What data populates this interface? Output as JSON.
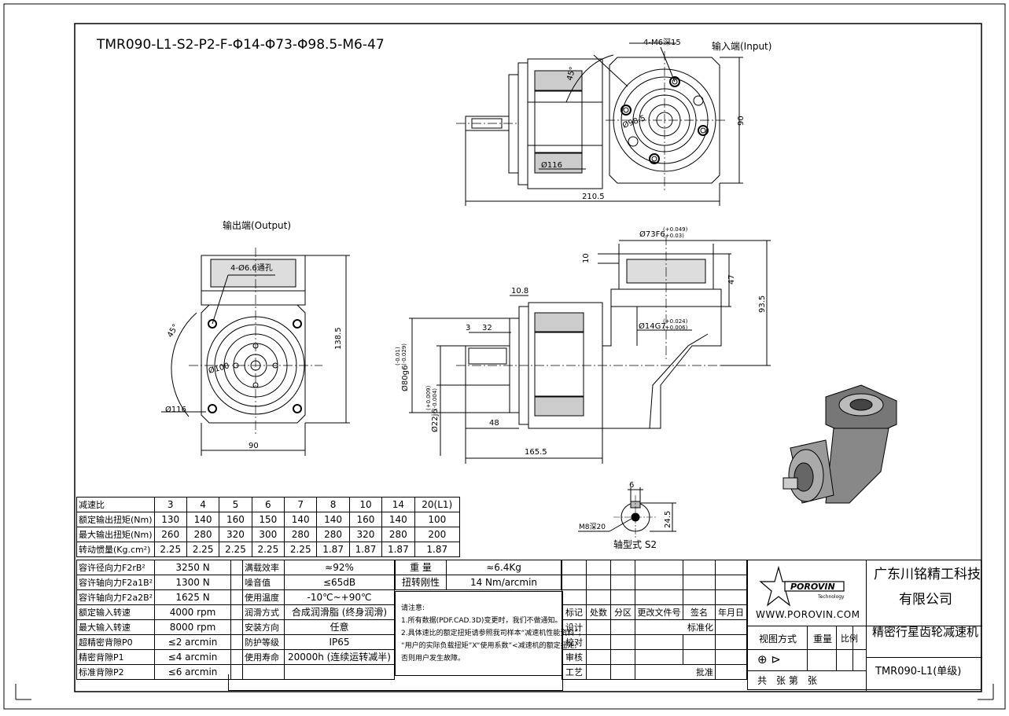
{
  "title": "TMR090-L1-S2-P2-F-Φ14-Φ73-Φ98.5-M6-47",
  "views": {
    "input_label": "输入端(Input)",
    "output_label": "输出端(Output)",
    "shaft_label": "轴型式 S2"
  },
  "dims": {
    "top_holes": "4-M6深15",
    "top_angle": "45°",
    "top_pcd": "Ø98.5",
    "top_dia": "Ø116",
    "top_height": "90",
    "top_len": "210.5",
    "out_holes": "4-Ø6.6通孔",
    "out_angle": "45°",
    "out_pcd": "Ø100",
    "out_dia": "Ø116",
    "out_width": "90",
    "out_height": "138.5",
    "side_bore": "Ø73F6",
    "side_bore_tol_upper": "(+0.049)",
    "side_bore_tol_lower": "(+0.03)",
    "side_10": "10",
    "side_47": "47",
    "side_93": "93.5",
    "side_108": "10.8",
    "side_3": "3",
    "side_32": "32",
    "side_shaft": "Ø14G7",
    "side_shaft_tol_upper": "(+0.024)",
    "side_shaft_tol_lower": "(+0.006)",
    "side_80": "Ø80g6",
    "side_80_tol_upper": "(-0.01)",
    "side_80_tol_lower": "(-0.029)",
    "side_22": "Ø22j6",
    "side_22_tol_upper": "(+0.009)",
    "side_22_tol_lower": "(-0.004)",
    "side_48": "48",
    "side_165": "165.5",
    "shaft_6": "6",
    "shaft_245": "24.5",
    "shaft_m8": "M8深20"
  },
  "ratio_table": {
    "header": [
      "减速比",
      "3",
      "4",
      "5",
      "6",
      "7",
      "8",
      "10",
      "14",
      "20(L1)"
    ],
    "rows": [
      [
        "额定输出扭矩(Nm)",
        "130",
        "140",
        "160",
        "150",
        "140",
        "140",
        "160",
        "140",
        "100"
      ],
      [
        "最大输出扭矩(Nm)",
        "260",
        "280",
        "320",
        "300",
        "280",
        "280",
        "320",
        "280",
        "200"
      ],
      [
        "转动惯量(Kg.cm²)",
        "2.25",
        "2.25",
        "2.25",
        "2.25",
        "2.25",
        "1.87",
        "1.87",
        "1.87",
        "1.87"
      ]
    ]
  },
  "spec_table": {
    "rows": [
      {
        "label": "容许径向力F2rB²",
        "value": "3250 N",
        "label2": "满载效率",
        "value2": "≈92%"
      },
      {
        "label": "容许轴向力F2a1B²",
        "value": "1300 N",
        "label2": "噪音值",
        "value2": "≤65dB"
      },
      {
        "label": "容许轴向力F2a2B²",
        "value": "1625 N",
        "label2": "使用温度",
        "value2": "-10℃~+90℃"
      },
      {
        "label": "额定输入转速",
        "value": "4000 rpm",
        "label2": "润滑方式",
        "value2": "合成润滑脂 (终身润滑)"
      },
      {
        "label": "最大输入转速",
        "value": "8000 rpm",
        "label2": "安装方向",
        "value2": "任意"
      },
      {
        "label": "超精密背隙P0",
        "value": "≤2 arcmin",
        "label2": "防护等级",
        "value2": "IP65"
      },
      {
        "label": "精密背隙P1",
        "value": "≤4 arcmin",
        "label2": "使用寿命",
        "value2": "20000h (连续运转减半)"
      },
      {
        "label": "标准背隙P2",
        "value": "≤6 arcmin",
        "label2": "",
        "value2": ""
      }
    ]
  },
  "weight": {
    "label": "重 量",
    "value": "≈6.4Kg"
  },
  "stiffness": {
    "label": "扭转刚性",
    "value": "14 Nm/arcmin"
  },
  "notes": {
    "title": "请注意:",
    "line1": "1.所有数据(PDF.CAD.3D)变更时，我们不做通知。",
    "line2": "2.具体速比的额定扭矩请参照我司样本“减速机性能资料”；",
    "line3": "“用户的实际负载扭矩”X“使用系数”<减速机的额定扭矩,",
    "line4": "否则用户发生故障。"
  },
  "revision": {
    "headers": [
      "标记",
      "处数",
      "分区",
      "更改文件号",
      "签名",
      "年月日"
    ],
    "design": "设计",
    "standard": "标准化",
    "check": "校对",
    "review": "审核",
    "process": "工艺",
    "approve": "批准"
  },
  "title_block": {
    "logo_text": "POROVIN",
    "logo_sub": "Technology",
    "website": "WWW.POROVIN.COM",
    "company_line1": "广东川铭精工科技",
    "company_line2": "有限公司",
    "product": "精密行星齿轮减速机",
    "view_method": "视图方式",
    "weight": "重量",
    "scale": "比例",
    "sheets": "共　张 第　张",
    "model": "TMR090-L1(单级)"
  }
}
